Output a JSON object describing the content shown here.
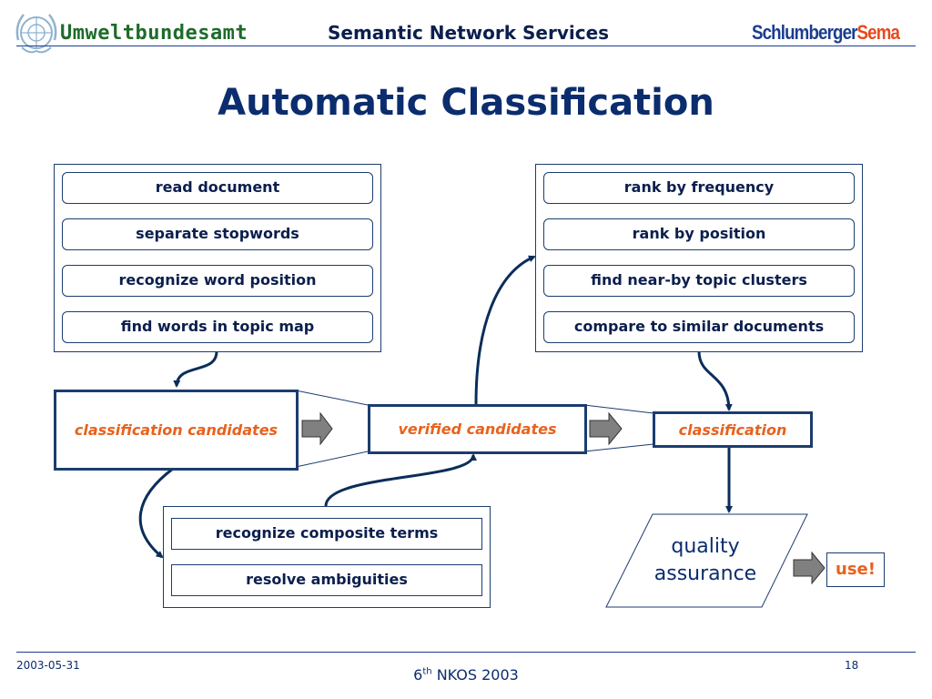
{
  "header": {
    "brand": "Umweltbundesamt",
    "service": "Semantic Network Services",
    "partner_part1": "Schlumberger",
    "partner_part2": "Sema",
    "emblem": "un-emblem-icon"
  },
  "title": "Automatic Classification",
  "left_panel": {
    "steps": [
      "read document",
      "separate stopwords",
      "recognize word position",
      "find words in topic map"
    ]
  },
  "right_panel": {
    "steps": [
      "rank by frequency",
      "rank by position",
      "find near-by topic clusters",
      "compare to similar documents"
    ]
  },
  "bottom_panel": {
    "steps": [
      "recognize composite terms",
      "resolve ambiguities"
    ]
  },
  "stages": {
    "candidates": "classification candidates",
    "verified": "verified candidates",
    "classification": "classification"
  },
  "quality": {
    "line1": "quality",
    "line2": "assurance"
  },
  "use": "use!",
  "footer": {
    "date": "2003-05-31",
    "page": "18",
    "conference_num": "6",
    "conference_sup": "th",
    "conference_name": " NKOS 2003"
  },
  "colors": {
    "navy": "#1b3d6e",
    "accent": "#e8621d",
    "arrow_gray": "#808080"
  }
}
